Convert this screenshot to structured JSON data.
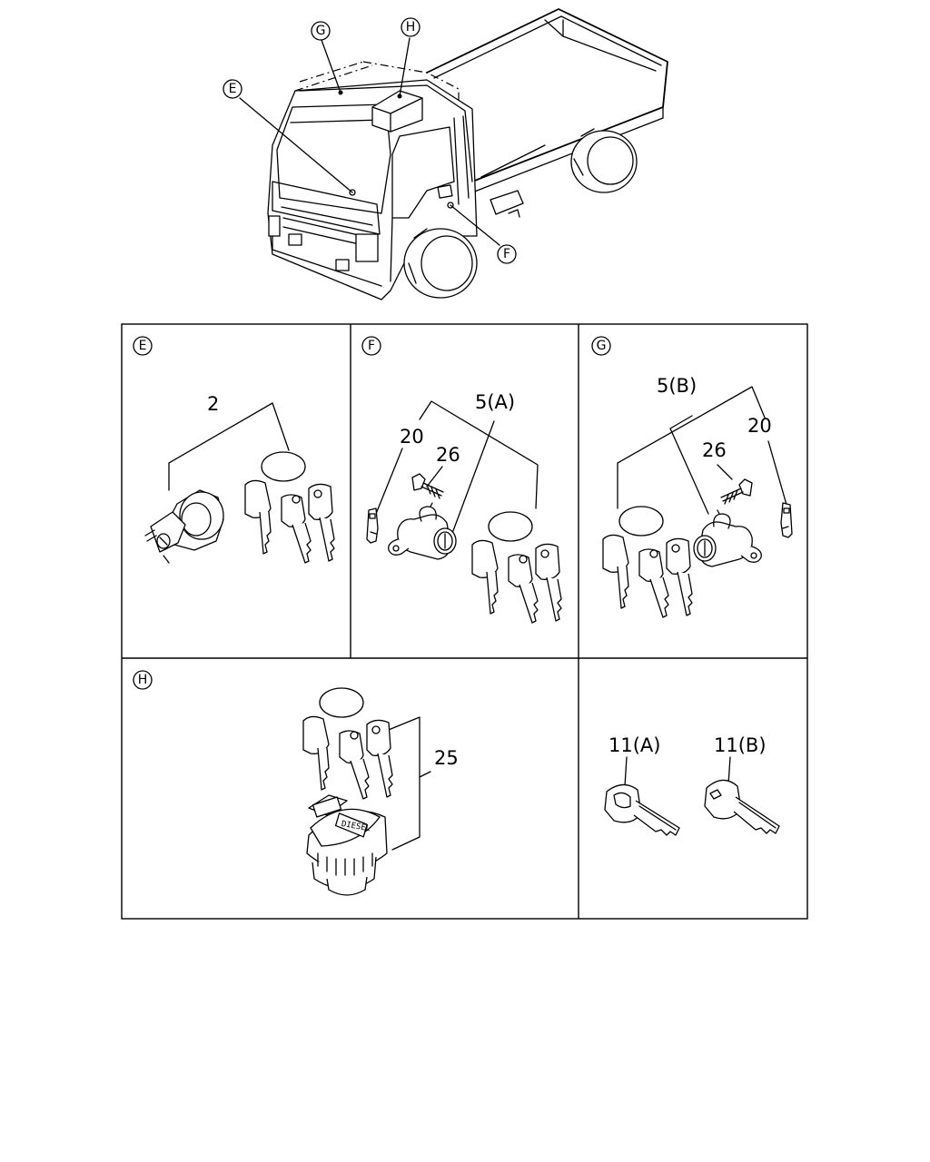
{
  "callouts": {
    "truck": {
      "E": "E",
      "F": "F",
      "G": "G",
      "H": "H"
    },
    "panels": {
      "E": "E",
      "F": "F",
      "G": "G",
      "H": "H"
    }
  },
  "parts": {
    "E": {
      "key_set": "2"
    },
    "F": {
      "key_set": "5(A)",
      "bracket": "20",
      "bolt": "26"
    },
    "G": {
      "key_set": "5(B)",
      "bracket": "20",
      "bolt": "26"
    },
    "H": {
      "fuel_cap_set": "25",
      "cap_text": "DIESEL"
    },
    "keys": {
      "key_a": "11(A)",
      "key_b": "11(B)"
    }
  }
}
